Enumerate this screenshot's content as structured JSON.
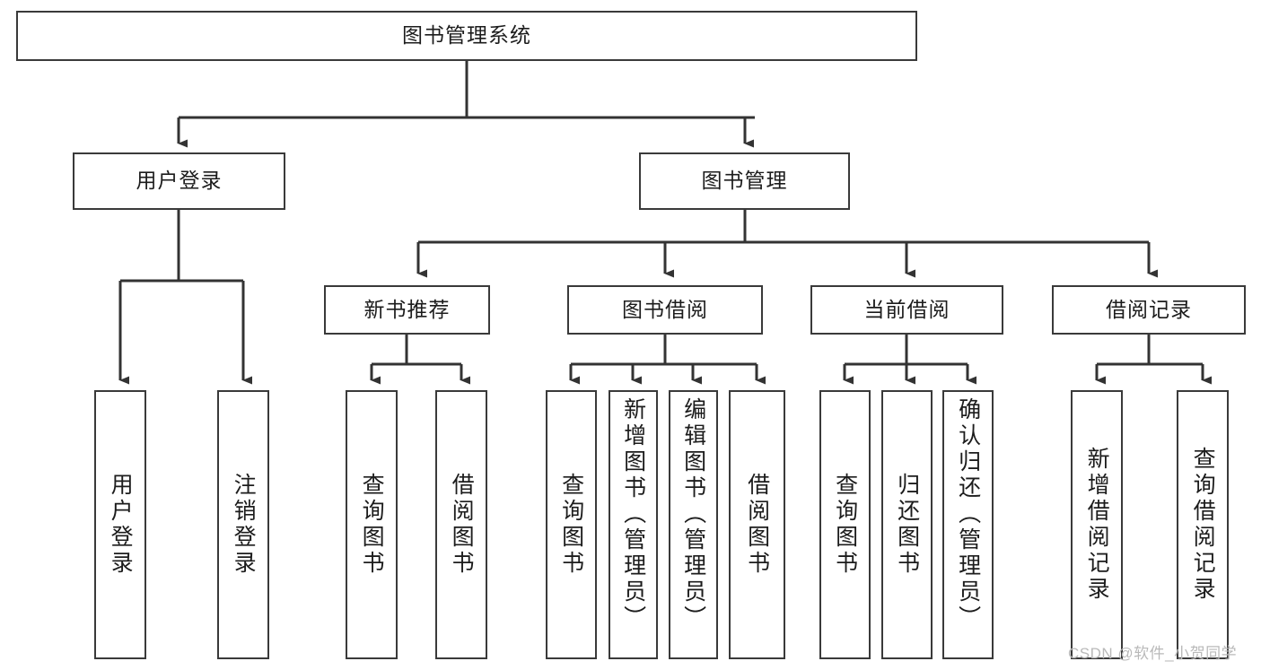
{
  "diagram": {
    "title": "图书管理系统",
    "type": "functional-structure-tree",
    "watermark": "CSDN @软件_小贺同学",
    "colors": {
      "border": "#3a3a3a",
      "background": "#ffffff",
      "text": "#1c1c1c",
      "connector": "#333333",
      "watermark": "#b9b9b9"
    },
    "levels": {
      "root": {
        "label": "图书管理系统"
      },
      "level2": [
        {
          "id": "user-login",
          "label": "用户登录"
        },
        {
          "id": "book-manage",
          "label": "图书管理"
        }
      ],
      "level3": [
        {
          "id": "new-book-rec",
          "label": "新书推荐",
          "parent": "book-manage"
        },
        {
          "id": "book-borrow",
          "label": "图书借阅",
          "parent": "book-manage"
        },
        {
          "id": "current-borrow",
          "label": "当前借阅",
          "parent": "book-manage"
        },
        {
          "id": "borrow-record",
          "label": "借阅记录",
          "parent": "book-manage"
        }
      ],
      "leaves": [
        {
          "id": "leaf-user-login",
          "label": "用户登录",
          "parent": "user-login"
        },
        {
          "id": "leaf-logout-login",
          "label": "注销登录",
          "parent": "user-login"
        },
        {
          "id": "leaf-query-book-1",
          "label": "查询图书",
          "parent": "new-book-rec"
        },
        {
          "id": "leaf-borrow-book-1",
          "label": "借阅图书",
          "parent": "new-book-rec"
        },
        {
          "id": "leaf-query-book-2",
          "label": "查询图书",
          "parent": "book-borrow"
        },
        {
          "id": "leaf-add-book",
          "label": "新增图书（管理员）",
          "parent": "book-borrow"
        },
        {
          "id": "leaf-edit-book",
          "label": "编辑图书（管理员）",
          "parent": "book-borrow"
        },
        {
          "id": "leaf-borrow-book-2",
          "label": "借阅图书",
          "parent": "book-borrow"
        },
        {
          "id": "leaf-query-book-3",
          "label": "查询图书",
          "parent": "current-borrow"
        },
        {
          "id": "leaf-return-book",
          "label": "归还图书",
          "parent": "current-borrow"
        },
        {
          "id": "leaf-confirm-return",
          "label": "确认归还（管理员）",
          "parent": "current-borrow"
        },
        {
          "id": "leaf-add-record",
          "label": "新增借阅记录",
          "parent": "borrow-record"
        },
        {
          "id": "leaf-query-record",
          "label": "查询借阅记录",
          "parent": "borrow-record"
        }
      ]
    }
  }
}
